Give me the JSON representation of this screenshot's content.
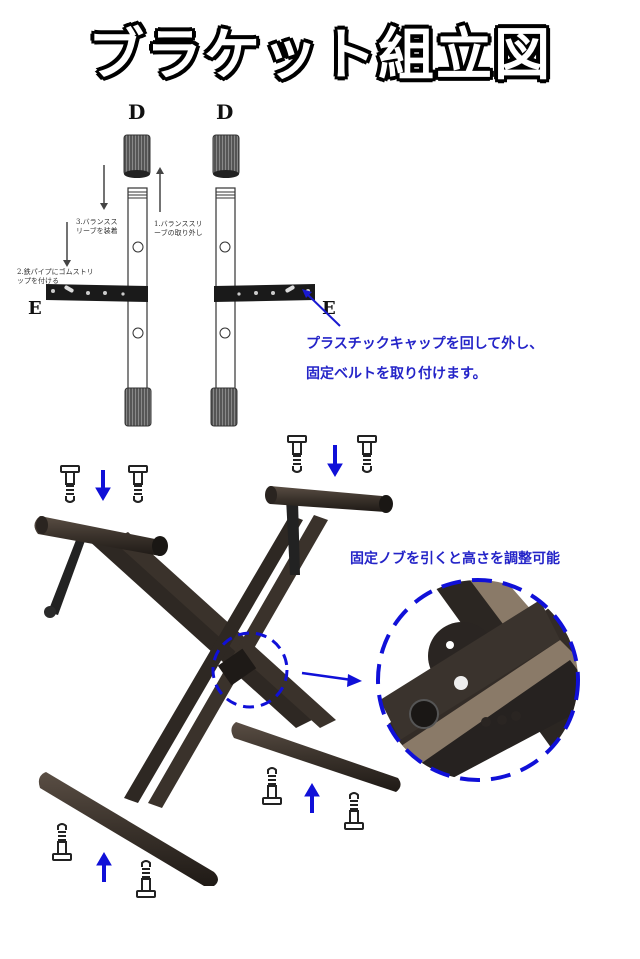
{
  "title": "ブラケット組立図",
  "top_diagram": {
    "labels": {
      "left_top": "D",
      "right_top": "D",
      "left_bracket": "E",
      "right_bracket": "E"
    },
    "notes": {
      "step1": "1.バランススリ\nーブの取り外し",
      "step2": "2.鉄パイプにゴムストリ\nップを付ける",
      "step3": "3.バランスス\nリーブを装着"
    },
    "instruction_line1": "プラスチックキャップを回して外し、",
    "instruction_line2": "固定ベルトを取り付けます。"
  },
  "bottom_diagram": {
    "knob_note": "固定ノブを引くと高さを調整可能",
    "accent_color": "#1010d8",
    "frame_color": "#3a322b"
  }
}
